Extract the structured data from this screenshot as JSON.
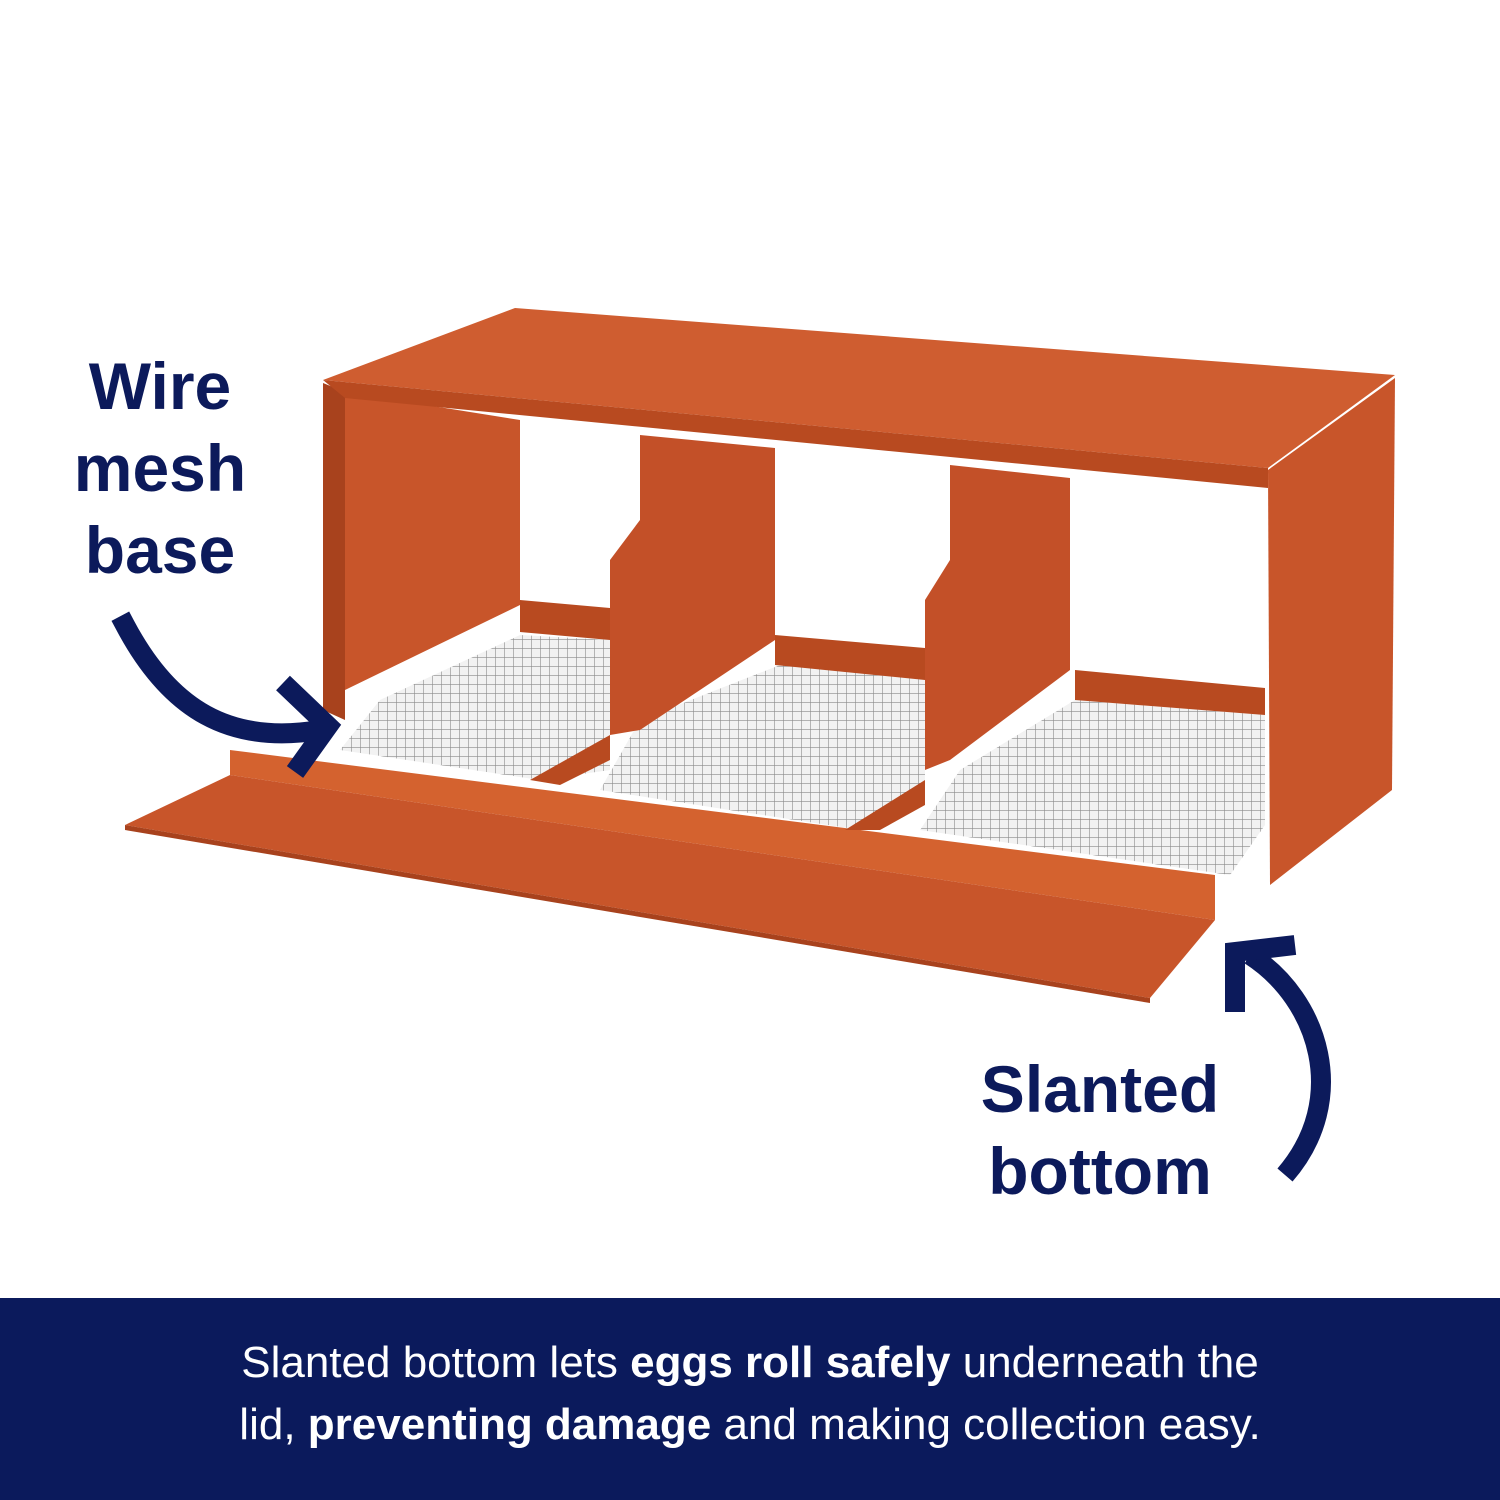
{
  "labels": {
    "wire": [
      "Wire",
      "mesh",
      "base"
    ],
    "slanted": [
      "Slanted",
      "bottom"
    ]
  },
  "banner": {
    "line1": {
      "a": "Slanted bottom lets ",
      "b": "eggs roll safely",
      "c": " underneath the"
    },
    "line2": {
      "a": "lid, ",
      "b": "preventing damage",
      "c": " and making collection easy."
    }
  },
  "colors": {
    "navy": "#0b1a5c",
    "wood": "#c8552a",
    "wood_dark": "#a8421d",
    "wood_light": "#d9693a"
  }
}
